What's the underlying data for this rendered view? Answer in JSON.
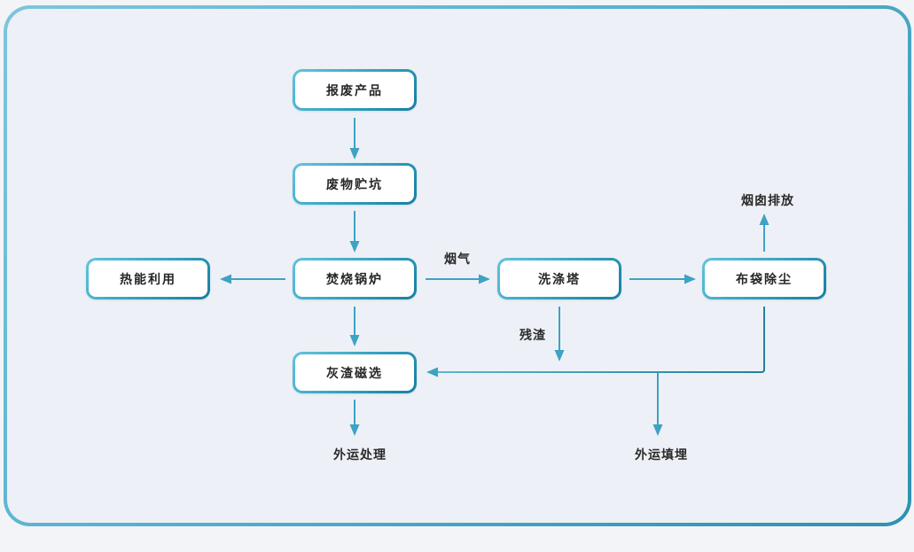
{
  "diagram": {
    "nodes": {
      "scrapped_product": {
        "label": "报废产品"
      },
      "waste_pit": {
        "label": "废物贮坑"
      },
      "incineration_boiler": {
        "label": "焚烧锅炉"
      },
      "thermal_energy_use": {
        "label": "热能利用"
      },
      "scrubber_tower": {
        "label": "洗涤塔"
      },
      "bag_dust_collector": {
        "label": "布袋除尘"
      },
      "ash_magnetic_separation": {
        "label": "灰渣磁选"
      }
    },
    "edge_labels": {
      "flue_gas": "烟气",
      "residue": "残渣",
      "chimney_emission": "烟囱排放",
      "outbound_treatment": "外运处理",
      "outbound_landfill": "外运填埋"
    },
    "colors": {
      "arrow": "#3fa2c3",
      "node_border_start": "#62c4dc",
      "node_border_end": "#177fa0",
      "card_border_start": "#7fc5dd",
      "card_border_end": "#2e91af",
      "node_fill": "#ffffff",
      "canvas_bg": "#edf1f7",
      "page_bg": "#f2f4f7",
      "text": "#262626"
    }
  }
}
